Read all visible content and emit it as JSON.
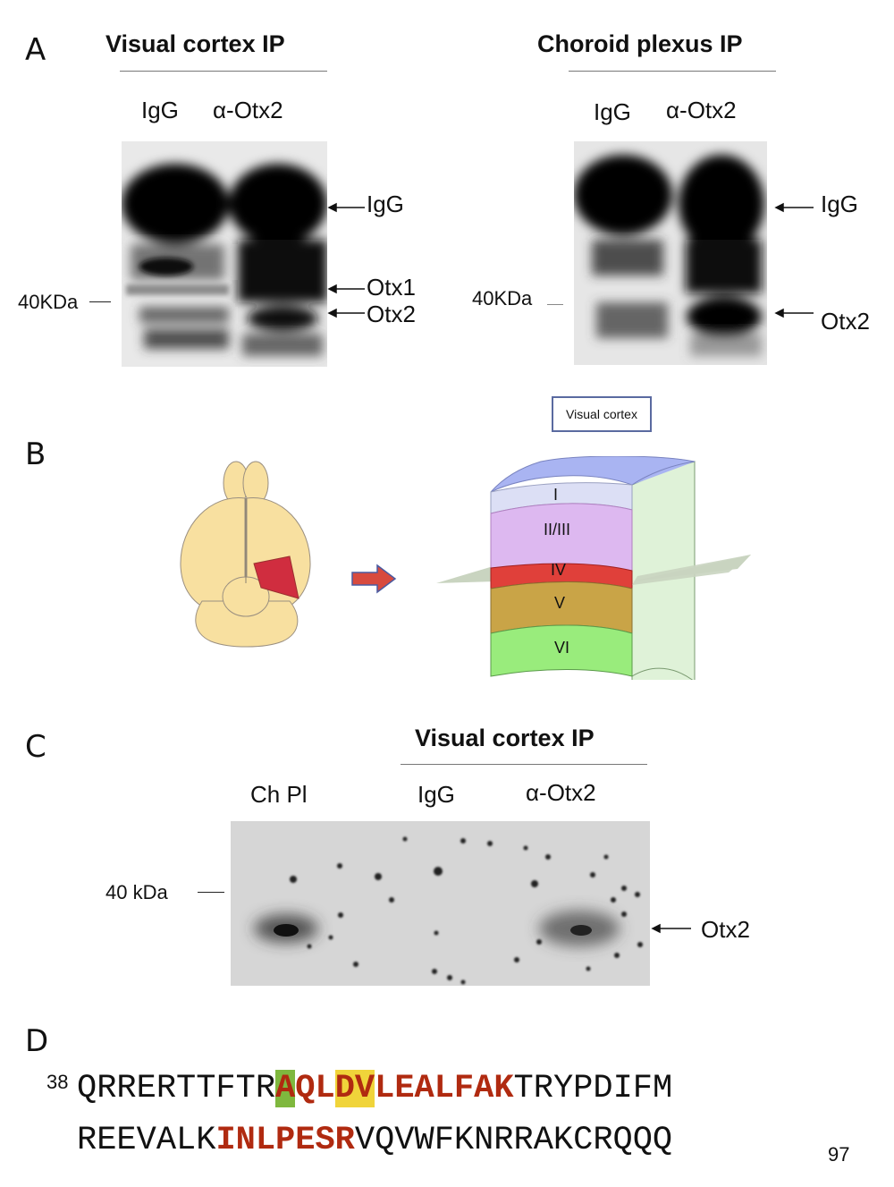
{
  "panels": {
    "A": {
      "letter": "A",
      "left": {
        "title": "Visual cortex IP",
        "lanes": [
          "IgG",
          "α-Otx2"
        ],
        "size_marker": "40KDa",
        "band_labels": [
          "IgG",
          "Otx1",
          "Otx2"
        ]
      },
      "right": {
        "title": "Choroid plexus IP",
        "lanes": [
          "IgG",
          "α-Otx2"
        ],
        "size_marker": "40KDa",
        "band_labels": [
          "IgG",
          "Otx2"
        ]
      }
    },
    "B": {
      "letter": "B",
      "box_label": "Visual cortex",
      "layers": [
        "I",
        "II/III",
        "IV",
        "V",
        "VI"
      ],
      "colors": {
        "brain": "#f8e0a0",
        "visual_area": "#d02d3f",
        "arrow": "#d84a3e",
        "top": "#a9b4f2",
        "layer_I": "#dcdff5",
        "layer_II_III": "#ddb8f0",
        "layer_IV": "#e0403a",
        "layer_V": "#c9a447",
        "layer_VI": "#99ec7c",
        "side": "#dff2d8",
        "plane": "#c9d4c0"
      }
    },
    "C": {
      "letter": "C",
      "title": "Visual cortex IP",
      "lanes": [
        "Ch Pl",
        "IgG",
        "α-Otx2"
      ],
      "size_marker": "40 kDa",
      "band_label": "Otx2"
    },
    "D": {
      "letter": "D",
      "start": "38",
      "end": "97",
      "line1": [
        {
          "text": "QRRERTTFTR",
          "style": "plain"
        },
        {
          "text": "A",
          "style": "hl-green"
        },
        {
          "text": "QL",
          "style": "hl"
        },
        {
          "text": "DV",
          "style": "hl-yellow"
        },
        {
          "text": "LEALFAK",
          "style": "hl"
        },
        {
          "text": "TRYPDIFM",
          "style": "plain"
        }
      ],
      "line2": [
        {
          "text": "REEVALK",
          "style": "plain"
        },
        {
          "text": "INLPESR",
          "style": "hl"
        },
        {
          "text": "VQVWFKNRRAKCRQQQ",
          "style": "plain"
        }
      ],
      "colors": {
        "highlight_text": "#b02a10",
        "green_bg": "#7fb83e",
        "yellow_bg": "#f0d43a"
      }
    }
  }
}
